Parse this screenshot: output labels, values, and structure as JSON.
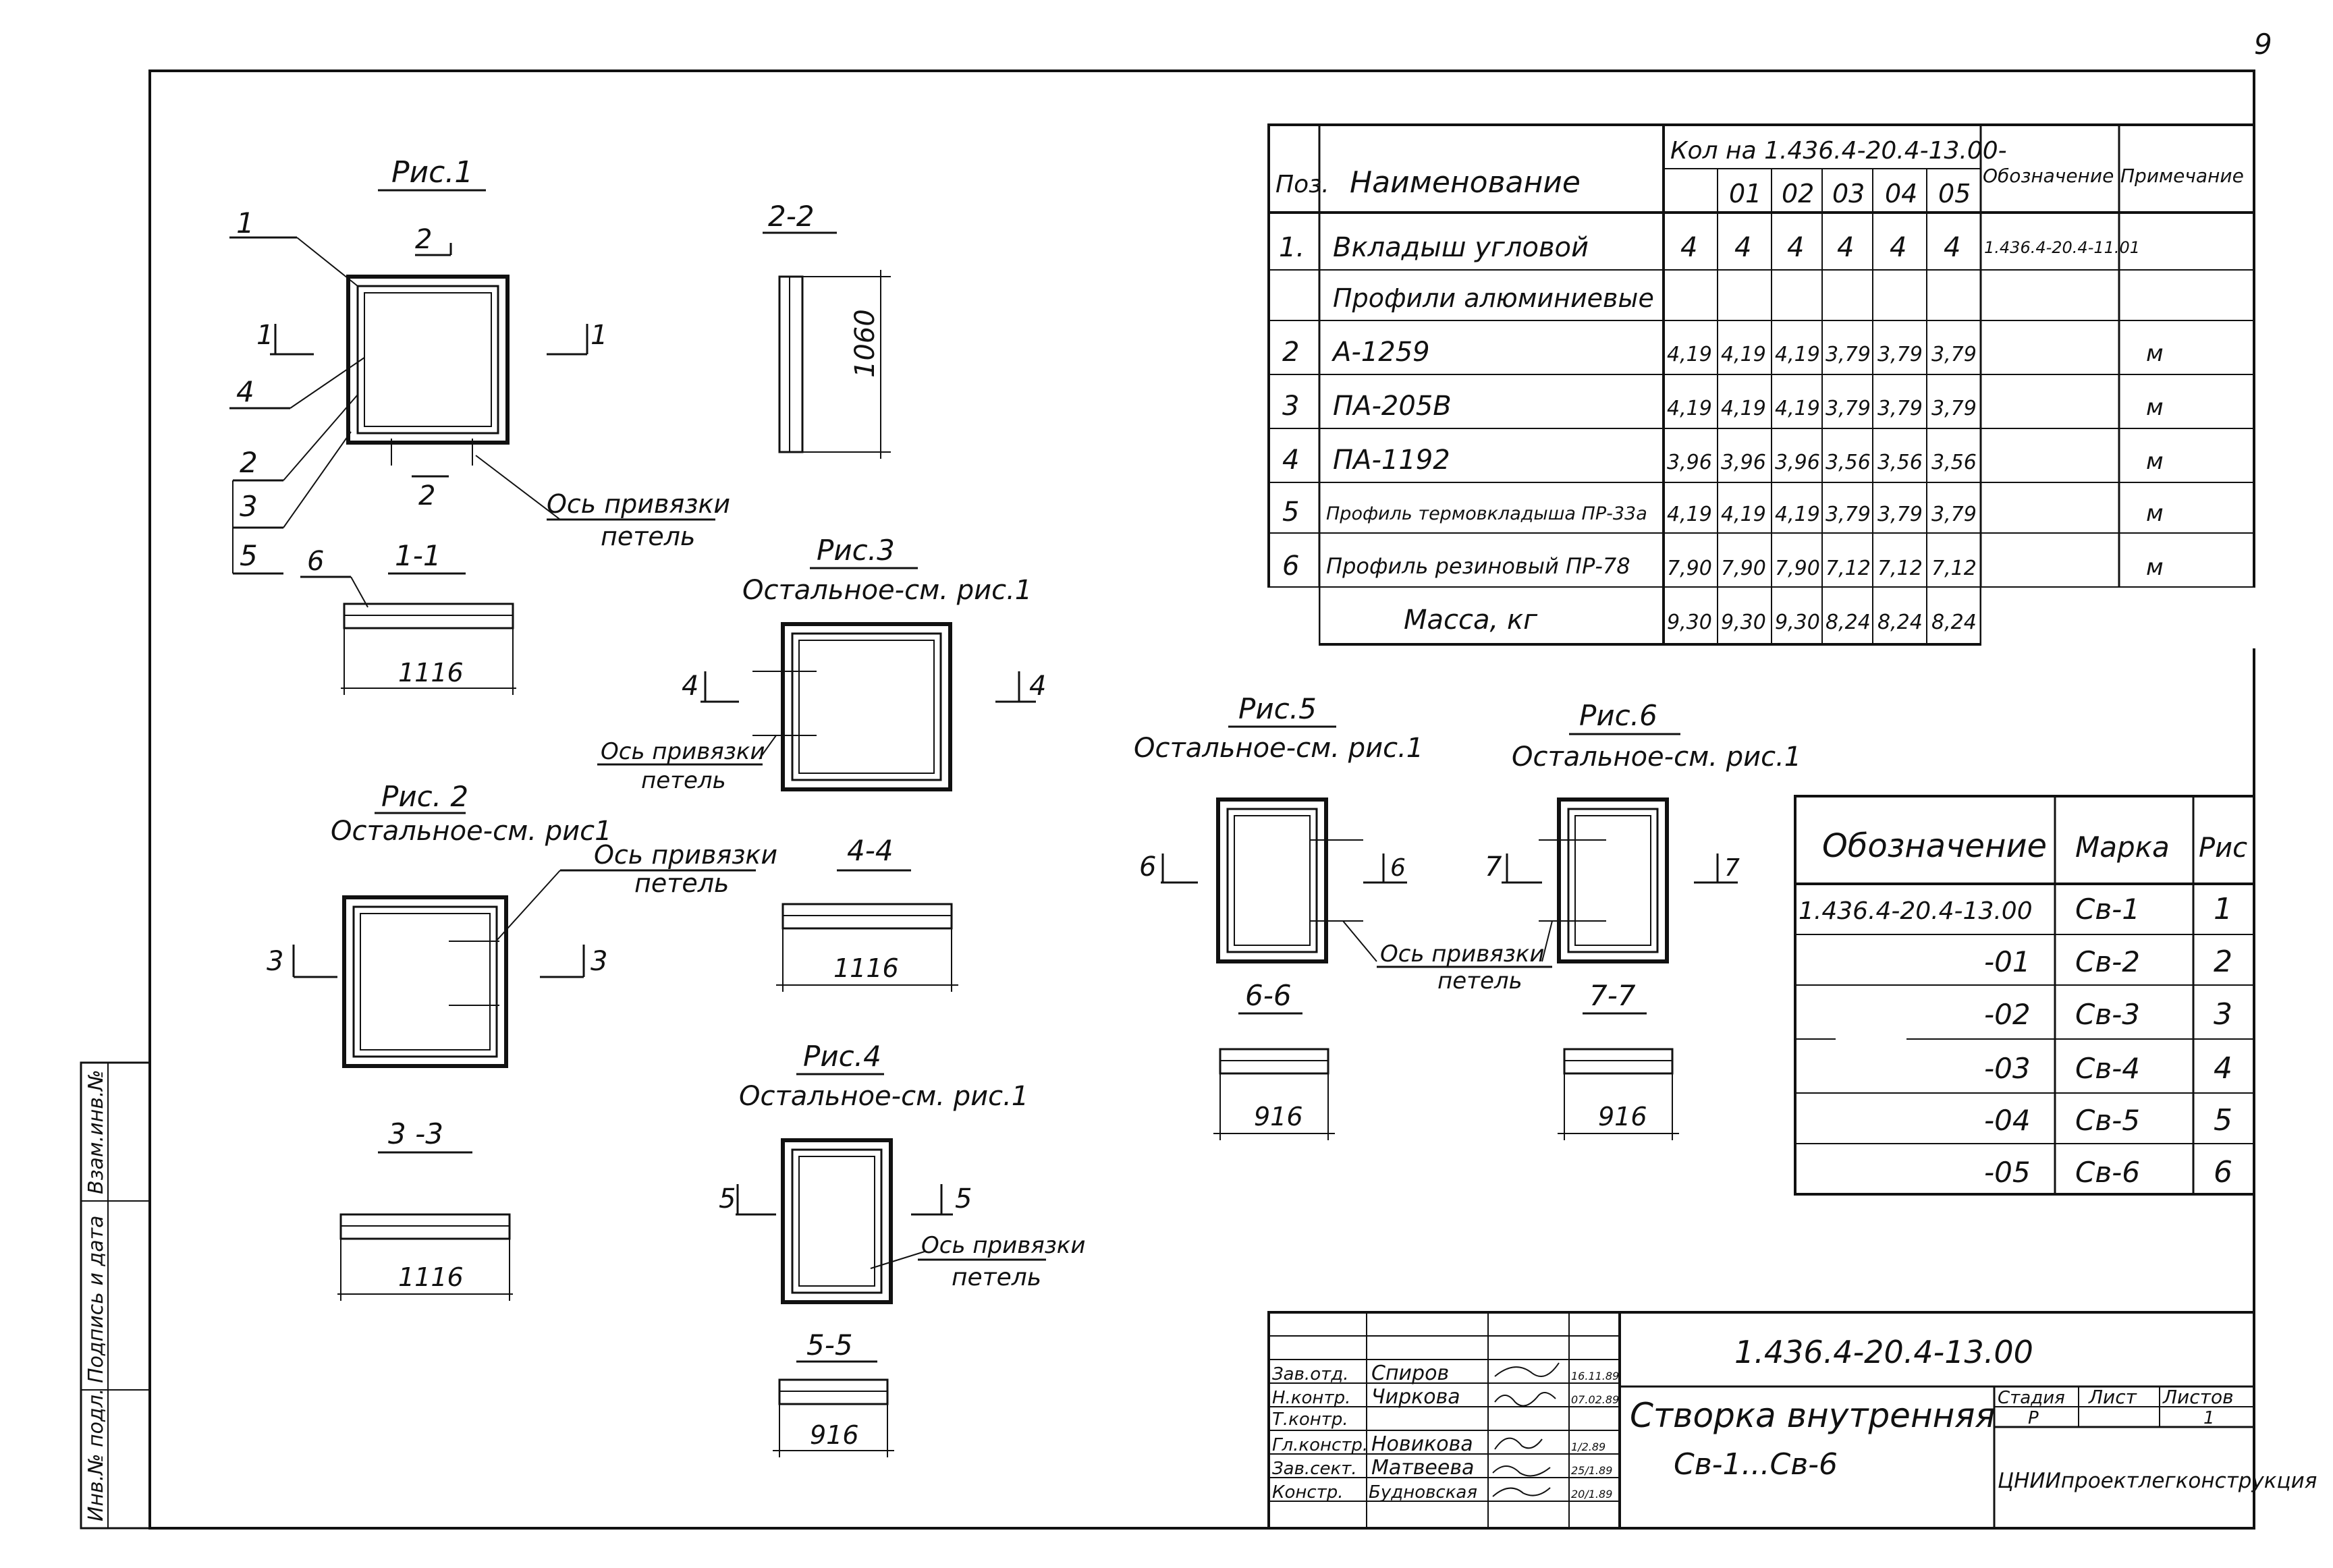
{
  "page_number": "9",
  "figures": {
    "fig1": {
      "title": "Рис.1",
      "callouts": [
        "1",
        "4",
        "2",
        "3",
        "5"
      ],
      "section_marks": [
        "2",
        "1",
        "1",
        "2"
      ],
      "axis_label": [
        "Ось привязки",
        "петель"
      ]
    },
    "sec22": {
      "title": "2-2",
      "dim": "1060"
    },
    "sec11": {
      "title": "1-1",
      "callout": "6",
      "dim": "1116"
    },
    "fig2": {
      "title": "Рис. 2",
      "note": "Остальное-см. рис1",
      "axis_label": [
        "Ось привязки",
        "петель"
      ],
      "marks": [
        "3",
        "3"
      ]
    },
    "sec33": {
      "title": "3 -3",
      "dim": "1116"
    },
    "fig3": {
      "title": "Рис.3",
      "note": "Остальное-см. рис.1",
      "axis_label": [
        "Ось привязки",
        "петель"
      ],
      "marks": [
        "4",
        "4"
      ]
    },
    "sec44": {
      "title": "4-4",
      "dim": "1116"
    },
    "fig4": {
      "title": "Рис.4",
      "note": "Остальное-см. рис.1",
      "axis_label": [
        "Ось привязки",
        "петель"
      ],
      "marks": [
        "5",
        "5"
      ]
    },
    "sec55": {
      "title": "5-5",
      "dim": "916"
    },
    "fig5": {
      "title": "Рис.5",
      "note": "Остальное-см. рис.1",
      "marks": [
        "6",
        "6"
      ]
    },
    "sec66": {
      "title": "6-6",
      "dim": "916"
    },
    "fig6": {
      "title": "Рис.6",
      "note": "Остальное-см. рис.1",
      "marks": [
        "7",
        "7"
      ],
      "axis_label": [
        "Ось привязки",
        "петель"
      ]
    },
    "sec77": {
      "title": "7-7",
      "dim": "916"
    }
  },
  "spec_table": {
    "headers": {
      "pos": "Поз.",
      "name": "Наименование",
      "qty": "Кол на 1.436.4-20.4-13.00-",
      "cols": [
        "",
        "01",
        "02",
        "03",
        "04",
        "05"
      ],
      "designation": "Обозначение",
      "note": "Примечание"
    },
    "rows": [
      {
        "pos": "1.",
        "name": "Вкладыш угловой",
        "q": [
          "4",
          "4",
          "4",
          "4",
          "4",
          "4"
        ],
        "des": "1.436.4-20.4-11.01",
        "note": ""
      },
      {
        "pos": "",
        "name": "Профили алюминиевые",
        "q": [
          "",
          "",
          "",
          "",
          "",
          ""
        ],
        "des": "",
        "note": ""
      },
      {
        "pos": "2",
        "name": "А-1259",
        "q": [
          "4,19",
          "4,19",
          "4,19",
          "3,79",
          "3,79",
          "3,79"
        ],
        "des": "",
        "note": "м"
      },
      {
        "pos": "3",
        "name": "ПА-205В",
        "q": [
          "4,19",
          "4,19",
          "4,19",
          "3,79",
          "3,79",
          "3,79"
        ],
        "des": "",
        "note": "м"
      },
      {
        "pos": "4",
        "name": "ПА-1192",
        "q": [
          "3,96",
          "3,96",
          "3,96",
          "3,56",
          "3,56",
          "3,56"
        ],
        "des": "",
        "note": "м"
      },
      {
        "pos": "5",
        "name": "Профиль термовкладыша ПР-33а",
        "q": [
          "4,19",
          "4,19",
          "4,19",
          "3,79",
          "3,79",
          "3,79"
        ],
        "des": "",
        "note": "м"
      },
      {
        "pos": "6",
        "name": "Профиль резиновый ПР-78",
        "q": [
          "7,90",
          "7,90",
          "7,90",
          "7,12",
          "7,12",
          "7,12"
        ],
        "des": "",
        "note": "м"
      },
      {
        "pos": "",
        "name": "Масса, кг",
        "q": [
          "9,30",
          "9,30",
          "9,30",
          "8,24",
          "8,24",
          "8,24"
        ],
        "des": "",
        "note": ""
      }
    ]
  },
  "mark_table": {
    "headers": [
      "Обозначение",
      "Марка",
      "Рис"
    ],
    "rows": [
      {
        "des": "1.436.4-20.4-13.00",
        "mark": "Св-1",
        "fig": "1"
      },
      {
        "des": "-01",
        "mark": "Св-2",
        "fig": "2"
      },
      {
        "des": "-02",
        "mark": "Св-3",
        "fig": "3"
      },
      {
        "des": "-03",
        "mark": "Св-4",
        "fig": "4"
      },
      {
        "des": "-04",
        "mark": "Св-5",
        "fig": "5"
      },
      {
        "des": "-05",
        "mark": "Св-6",
        "fig": "6"
      }
    ]
  },
  "title_block": {
    "doc_number": "1.436.4-20.4-13.00",
    "title_line1": "Створка внутренняя",
    "title_line2": "Св-1...Св-6",
    "stage_label": "Стадия",
    "sheet_label": "Лист",
    "sheets_label": "Листов",
    "stage": "Р",
    "sheets": "1",
    "org": "ЦНИИпроектлегконструкция",
    "people": [
      {
        "role": "Зав.отд.",
        "name": "Спиров",
        "date": "16.11.89"
      },
      {
        "role": "Н.контр.",
        "name": "Чиркова",
        "date": "07.02.89"
      },
      {
        "role": "Т.контр.",
        "name": "",
        "date": ""
      },
      {
        "role": "Гл.констр.",
        "name": "Новикова",
        "date": "1/2.89"
      },
      {
        "role": "Зав.сект.",
        "name": "Матвеева",
        "date": "25/1.89"
      },
      {
        "role": "Констр.",
        "name": "Будновская",
        "date": "20/1.89"
      }
    ]
  },
  "side_stamp": [
    "Инв.№ подл.",
    "Подпись и дата",
    "Взам.инв.№"
  ]
}
